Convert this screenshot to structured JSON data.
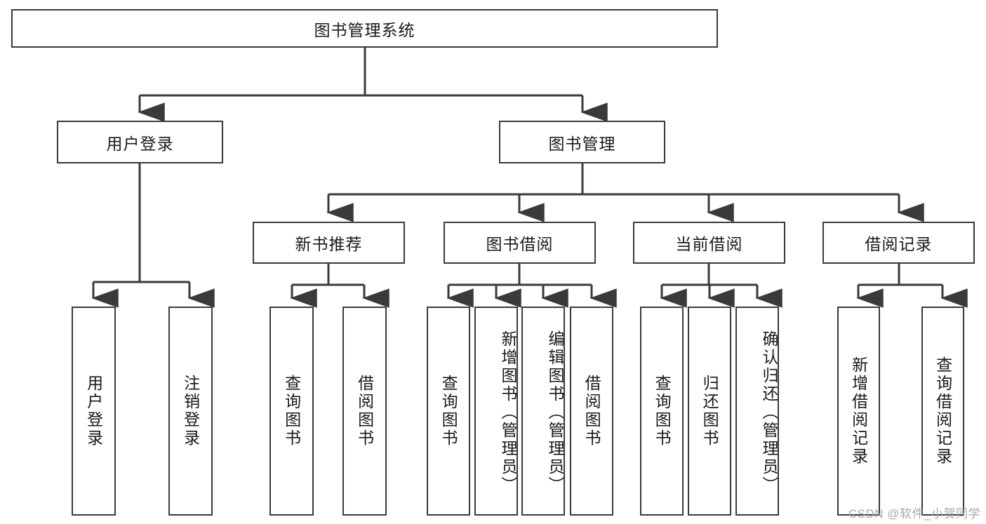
{
  "diagram": {
    "title": "图书管理系统",
    "type": "tree-hierarchy",
    "root": {
      "label": "图书管理系统"
    },
    "level2": [
      {
        "label": "用户登录"
      },
      {
        "label": "图书管理"
      }
    ],
    "level3": [
      {
        "label": "新书推荐"
      },
      {
        "label": "图书借阅"
      },
      {
        "label": "当前借阅"
      },
      {
        "label": "借阅记录"
      }
    ],
    "leaves_user_login": [
      {
        "label": "用户登录"
      },
      {
        "label": "注销登录"
      }
    ],
    "leaves_new_book": [
      {
        "label": "查询图书"
      },
      {
        "label": "借阅图书"
      }
    ],
    "leaves_borrow": [
      {
        "label": "查询图书"
      },
      {
        "label": "新增图书（管理员）"
      },
      {
        "label": "编辑图书（管理员）"
      },
      {
        "label": "借阅图书"
      }
    ],
    "leaves_current": [
      {
        "label": "查询图书"
      },
      {
        "label": "归还图书"
      },
      {
        "label": "确认归还（管理员）"
      }
    ],
    "leaves_record": [
      {
        "label": "新增借阅记录"
      },
      {
        "label": "查询借阅记录"
      }
    ]
  },
  "watermark": {
    "text": "CSDN @软件_小贺同学"
  },
  "colors": {
    "stroke": "#3a3a3a",
    "fill": "#ffffff",
    "text": "#1a1a1a",
    "watermark": "#a8a8a8"
  }
}
